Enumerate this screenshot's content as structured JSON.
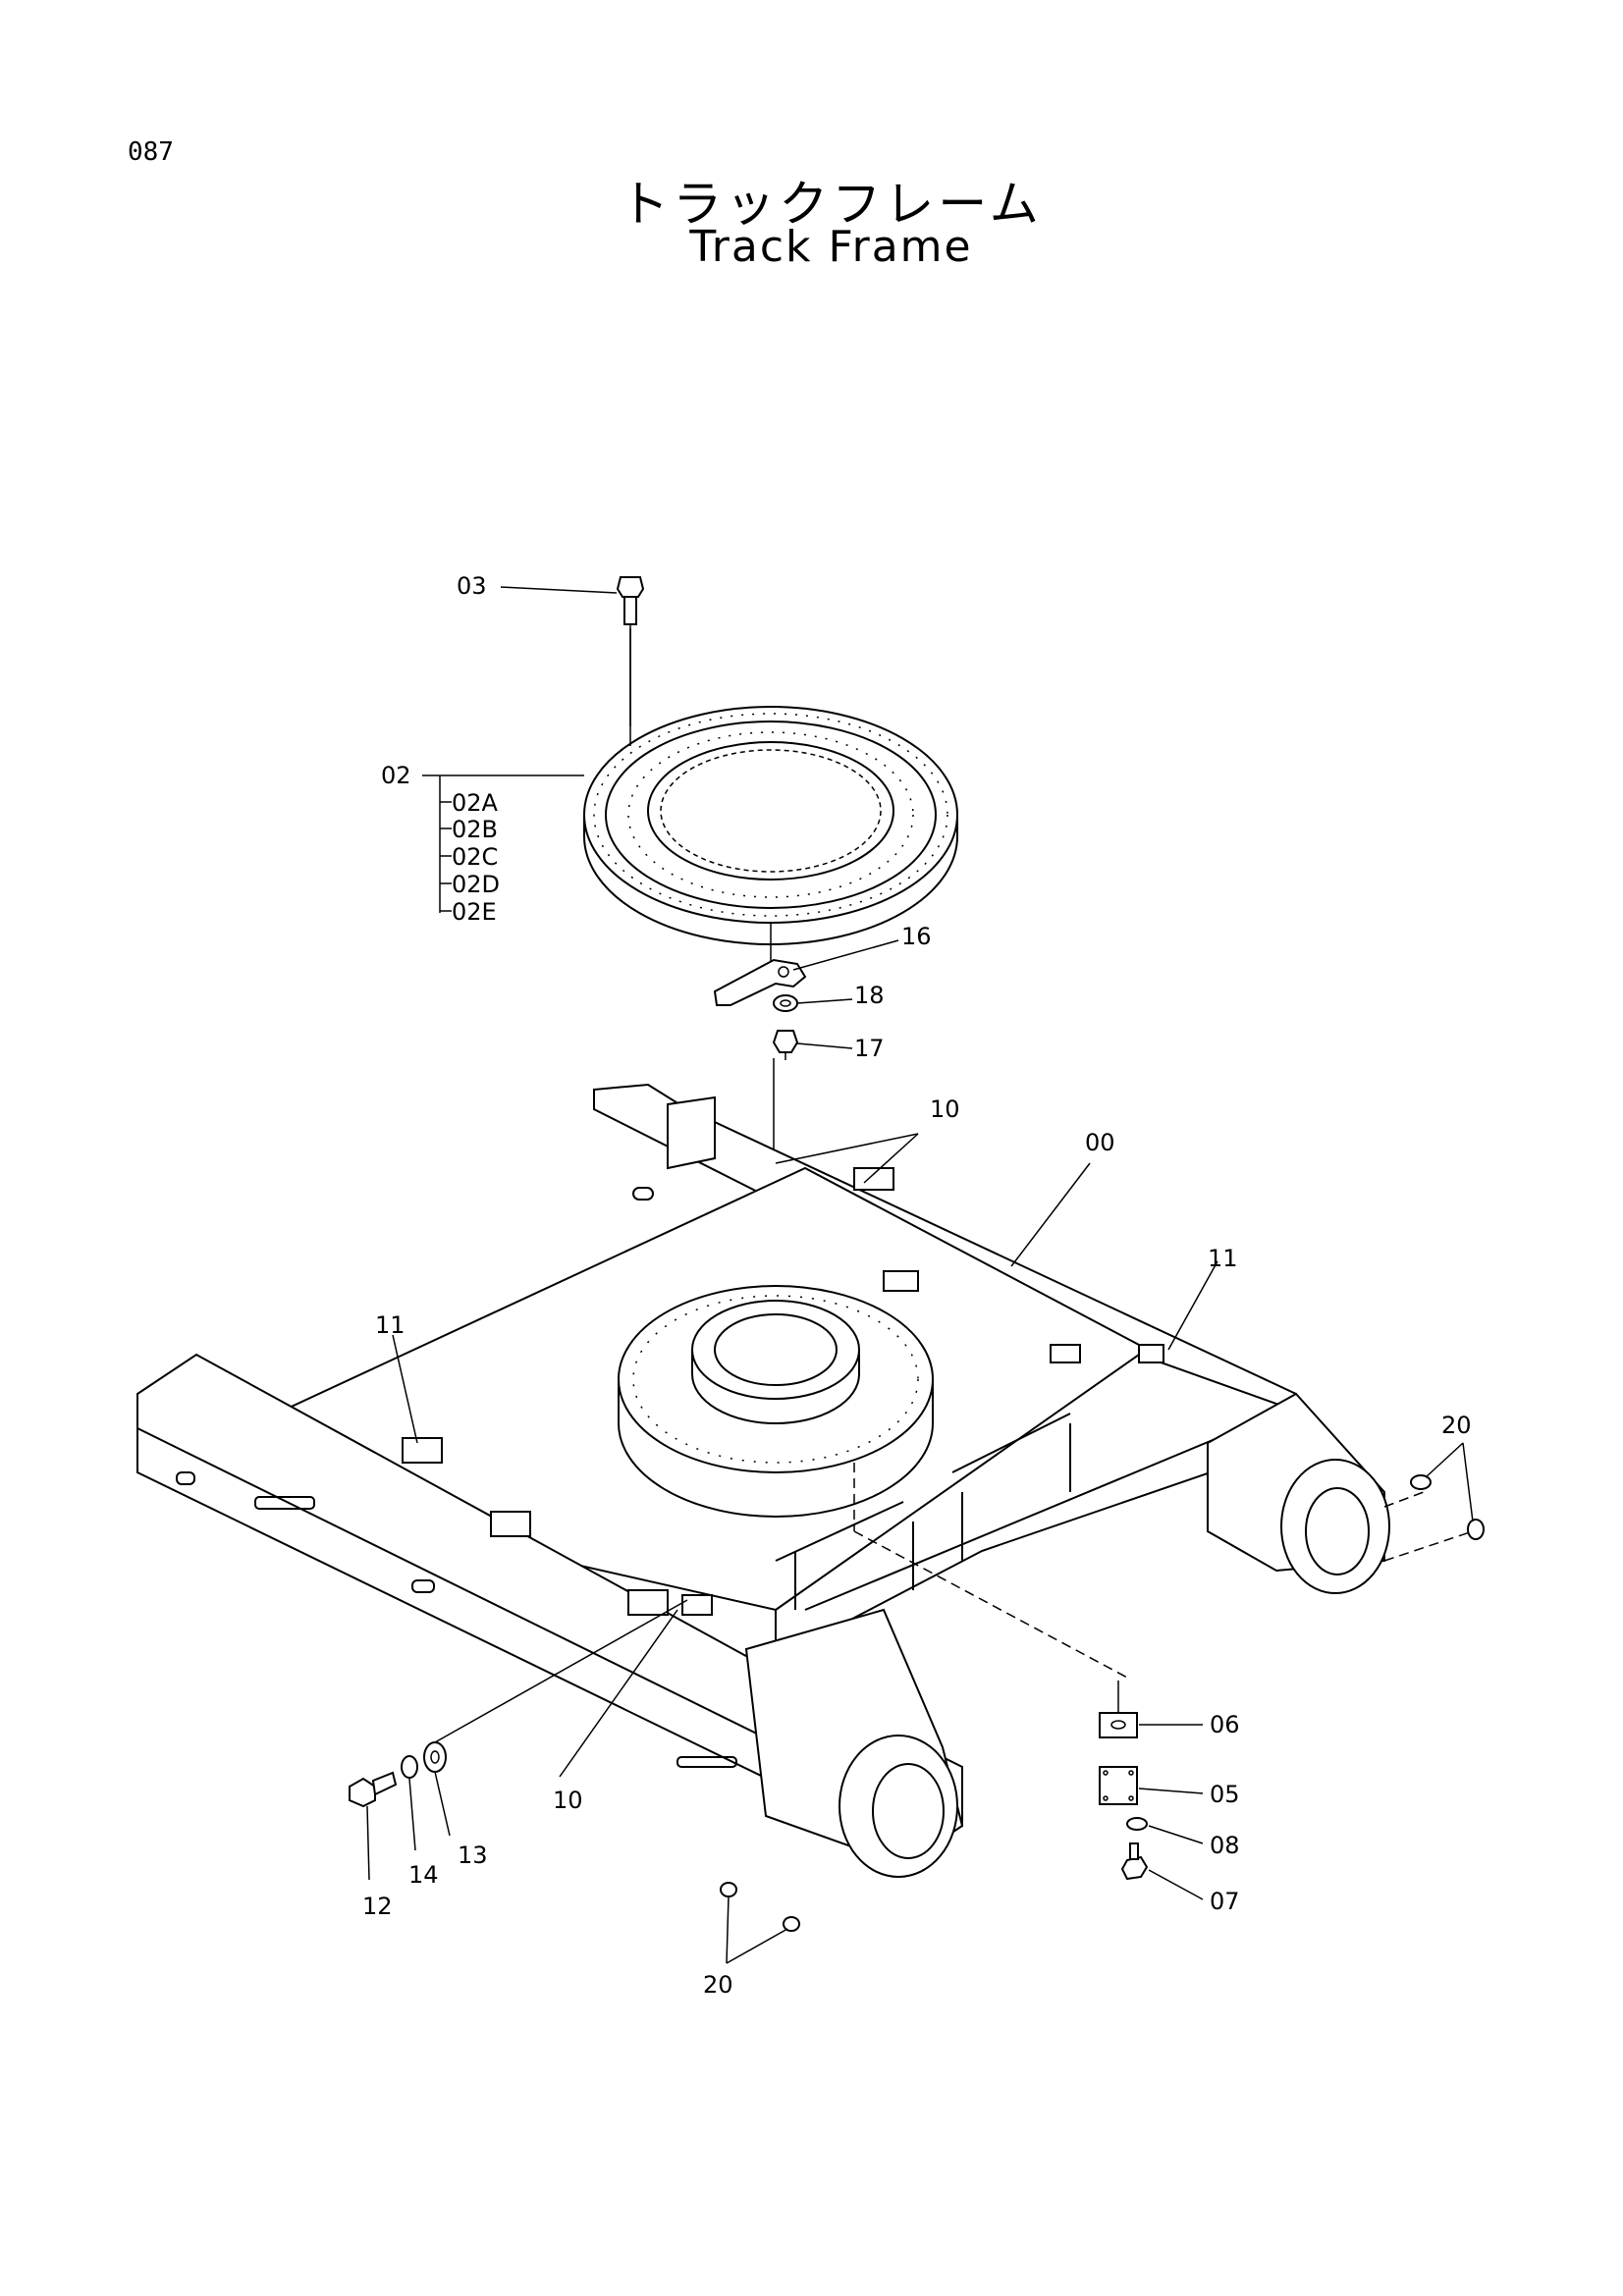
{
  "page": {
    "number": "087",
    "title_jp": "トラックフレーム",
    "title_en": "Track Frame"
  },
  "callouts": {
    "c00": "00",
    "c02": "02",
    "c02a": "02A",
    "c02b": "02B",
    "c02c": "02C",
    "c02d": "02D",
    "c02e": "02E",
    "c03": "03",
    "c05": "05",
    "c06": "06",
    "c07": "07",
    "c08": "08",
    "c10a": "10",
    "c10b": "10",
    "c11a": "11",
    "c11b": "11",
    "c12": "12",
    "c13": "13",
    "c14": "14",
    "c16": "16",
    "c17": "17",
    "c18": "18",
    "c20a": "20",
    "c20b": "20"
  }
}
